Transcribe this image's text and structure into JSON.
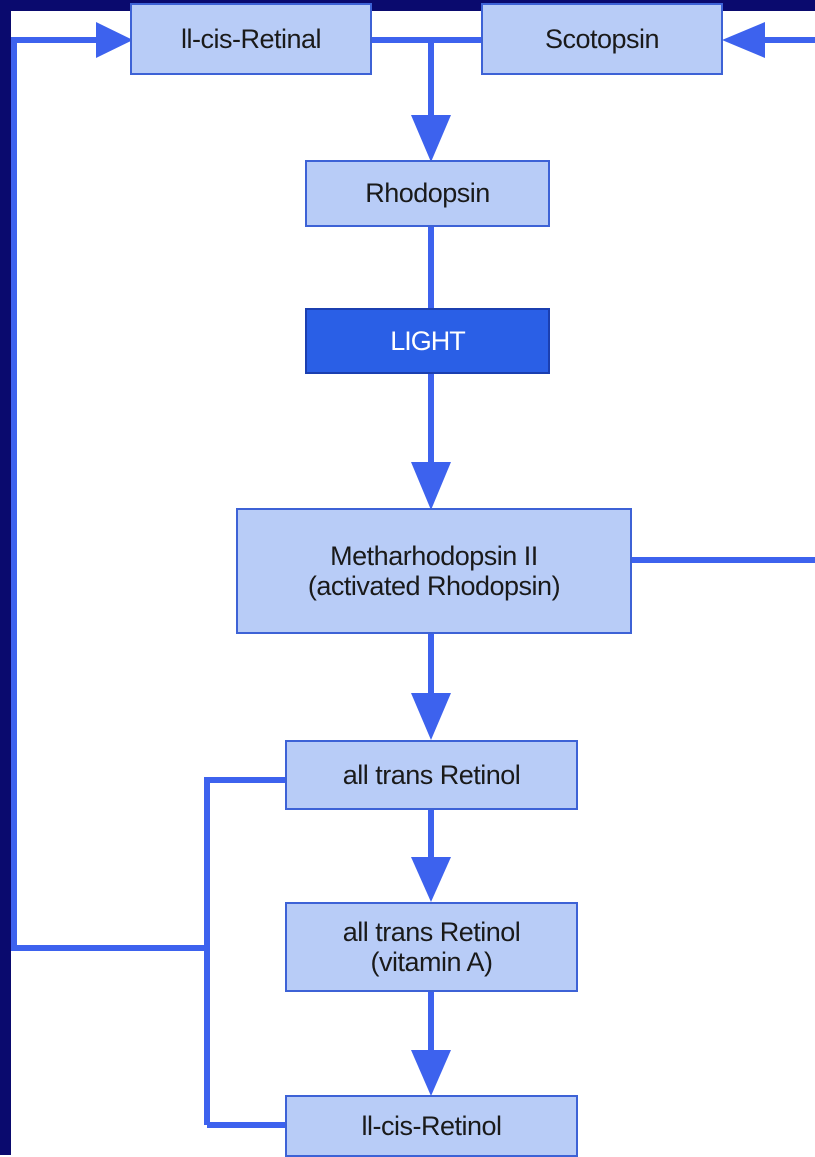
{
  "colors": {
    "frame": "#0a0a6e",
    "box_fill": "#b8ccf7",
    "box_border": "#3d62d6",
    "light_fill": "#2a5fe6",
    "connector": "#3d62ee",
    "text": "#1a1a1a"
  },
  "nodes": {
    "cis_retinal": "ll-cis-Retinal",
    "scotopsin": "Scotopsin",
    "rhodopsin": "Rhodopsin",
    "light": "LIGHT",
    "metarhodopsin_line1": "Metharhodopsin II",
    "metarhodopsin_line2": "(activated Rhodopsin)",
    "trans_retinol": "all trans Retinol",
    "vitamin_a_line1": "all trans Retinol",
    "vitamin_a_line2": "(vitamin A)",
    "cis_retinol": "ll-cis-Retinol"
  }
}
